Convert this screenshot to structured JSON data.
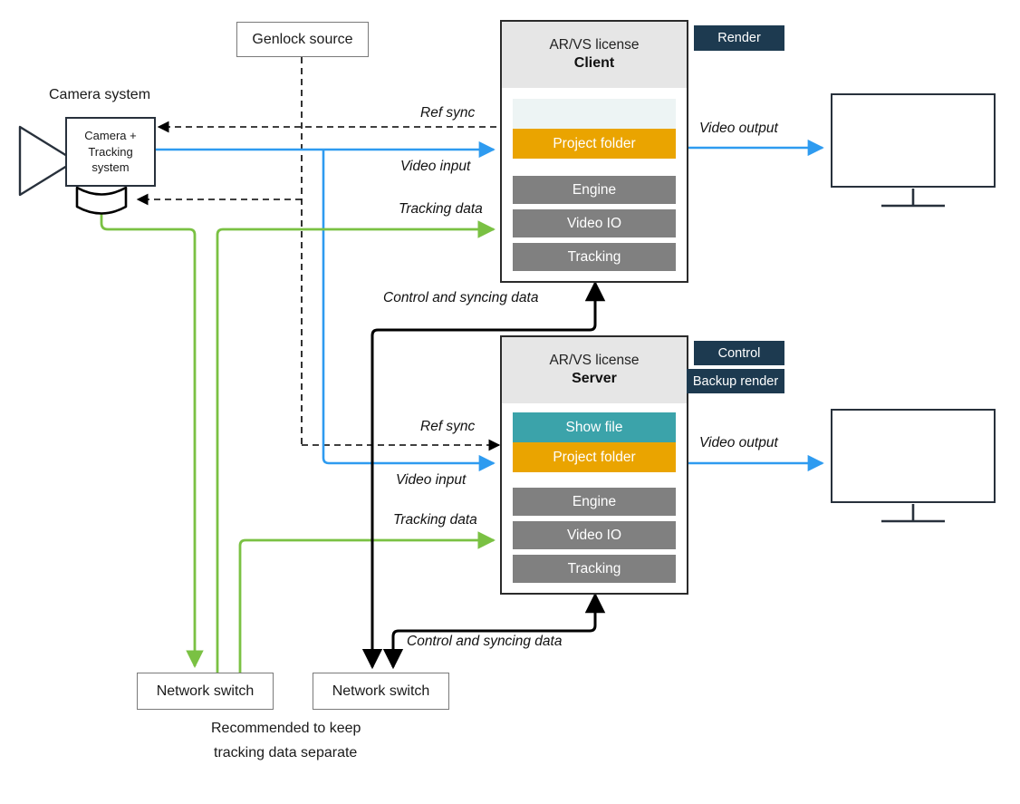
{
  "diagram": {
    "title": "AR/VS client-server signal flow",
    "colors": {
      "video_blue": "#2e9bf0",
      "tracking_green": "#7ac143",
      "control_black": "#000000",
      "genlock_dashed": "#000000",
      "badge_navy": "#1d3a50",
      "project_folder_amber": "#eaa400",
      "show_file_teal": "#3ba3aa",
      "module_grey": "#808080",
      "panel_header_grey": "#e6e6e6",
      "empty_row": "#edf4f4",
      "monitor_outline": "#28313c"
    },
    "nodes": {
      "genlock": {
        "label": "Genlock source"
      },
      "camera_system": {
        "caption": "Camera system",
        "body_lines": [
          "Camera +",
          "Tracking",
          "system"
        ]
      },
      "client": {
        "license": "AR/VS license",
        "role": "Client",
        "rows": [
          {
            "label": "",
            "style": "empty"
          },
          {
            "label": "Project folder",
            "style": "amber"
          },
          {
            "label": "Engine",
            "style": "grey"
          },
          {
            "label": "Video IO",
            "style": "grey"
          },
          {
            "label": "Tracking",
            "style": "grey"
          }
        ],
        "badges": [
          {
            "label": "Render"
          }
        ]
      },
      "server": {
        "license": "AR/VS license",
        "role": "Server",
        "rows": [
          {
            "label": "Show file",
            "style": "teal"
          },
          {
            "label": "Project folder",
            "style": "amber"
          },
          {
            "label": "Engine",
            "style": "grey"
          },
          {
            "label": "Video IO",
            "style": "grey"
          },
          {
            "label": "Tracking",
            "style": "grey"
          }
        ],
        "badges": [
          {
            "label": "Control"
          },
          {
            "label": "Backup render"
          }
        ]
      },
      "switch_tracking": {
        "label": "Network switch"
      },
      "switch_control": {
        "label": "Network switch"
      },
      "monitor_client": {
        "label": ""
      },
      "monitor_server": {
        "label": ""
      }
    },
    "edge_labels": {
      "ref_sync_client": "Ref sync",
      "video_input_client": "Video input",
      "tracking_data_client": "Tracking data",
      "video_output_client": "Video output",
      "control_sync_client": "Control and syncing data",
      "ref_sync_server": "Ref sync",
      "video_input_server": "Video input",
      "tracking_data_server": "Tracking data",
      "video_output_server": "Video output",
      "control_sync_server": "Control and syncing data"
    },
    "notes": {
      "switch_note_line1": "Recommended to keep",
      "switch_note_line2": "tracking data separate"
    }
  }
}
